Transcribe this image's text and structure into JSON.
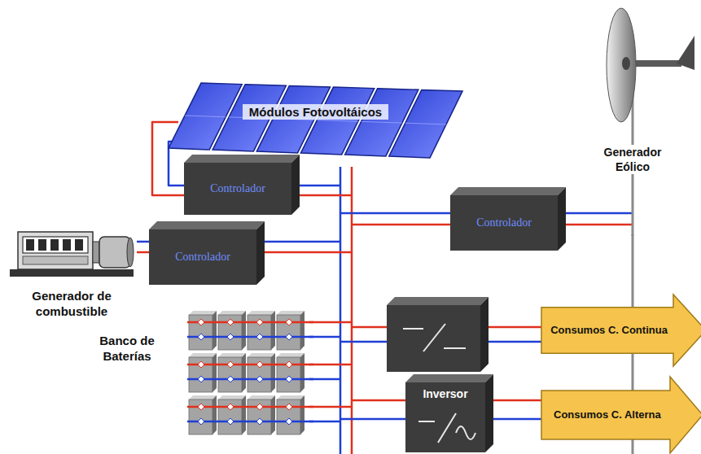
{
  "diagram": {
    "nodes": [
      {
        "text": [
          "Módulos Fotovoltáicos"
        ]
      },
      {
        "text": [
          "Controlador"
        ]
      },
      {
        "text": [
          "Generador Eólico"
        ]
      },
      {
        "text": [
          "Controlador"
        ]
      },
      {
        "text": [
          "Controlador"
        ]
      },
      {
        "text": [
          "Generador de combustible"
        ]
      },
      {
        "text": [
          "Banco de Baterías"
        ]
      },
      {
        "text": [
          "Inversor"
        ]
      },
      {
        "text": [
          "Consumos C. Continua"
        ]
      },
      {
        "text": [
          "Consumos C. Alterna"
        ]
      }
    ],
    "edges": [
      {
        "from": 0,
        "to": 1,
        "arrow": "none"
      },
      {
        "from": 2,
        "to": 3,
        "arrow": "none"
      },
      {
        "from": 5,
        "to": 4,
        "arrow": "none"
      },
      {
        "from": 7,
        "to": 9,
        "arrow": "none"
      }
    ]
  }
}
